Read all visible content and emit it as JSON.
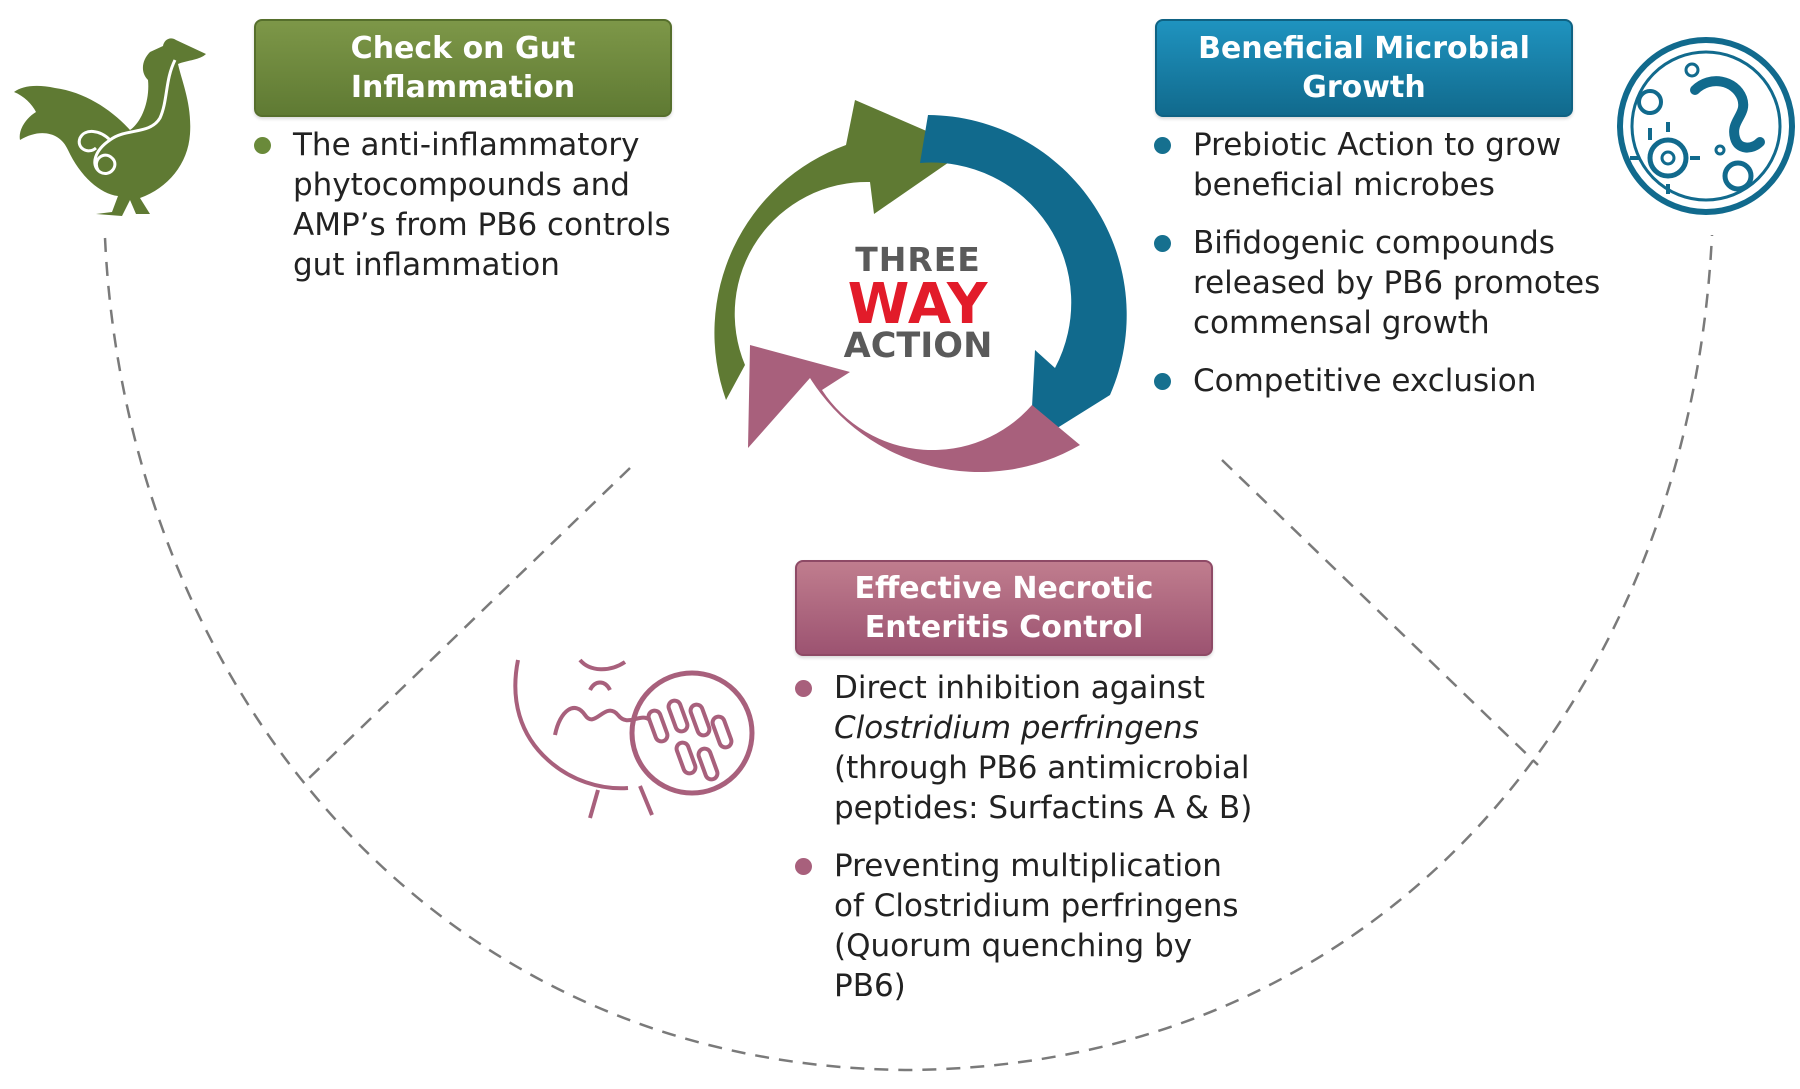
{
  "center": {
    "line1": "THREE",
    "line2": "WAY",
    "line3": "ACTION"
  },
  "sections": {
    "gut": {
      "title_line1": "Check on Gut",
      "title_line2": "Inflammation",
      "bullets": [
        {
          "lines": [
            "The anti-inflammatory",
            "phytocompounds and",
            "AMP’s from PB6 controls",
            "gut inflammation"
          ]
        }
      ]
    },
    "microbial": {
      "title_line1": "Beneficial Microbial",
      "title_line2": "Growth",
      "bullets": [
        {
          "lines": [
            "Prebiotic Action to grow",
            "beneficial microbes"
          ]
        },
        {
          "lines": [
            "Bifidogenic compounds",
            "released by PB6 promotes",
            "commensal growth"
          ]
        },
        {
          "lines": [
            "Competitive exclusion"
          ]
        }
      ]
    },
    "necrotic": {
      "title_line1": "Effective Necrotic",
      "title_line2": "Enteritis Control",
      "bullets": [
        {
          "lines": [
            "Direct inhibition against",
            "Clostridium perfringens",
            "(through PB6 antimicrobial",
            "peptides: Surfactins A & B)"
          ]
        },
        {
          "lines": [
            "Preventing multiplication",
            "of Clostridium perfringens",
            "(Quorum quenching by",
            "PB6)"
          ]
        }
      ]
    }
  },
  "icons": {
    "left": "chicken-gut-icon",
    "right": "microbes-icon",
    "bottom": "intestine-bacteria-icon"
  },
  "colors": {
    "green": "#5f7a33",
    "blue": "#116a8d",
    "pink": "#a8607c",
    "red": "#e21b2a",
    "dash": "#7a7a7a"
  }
}
